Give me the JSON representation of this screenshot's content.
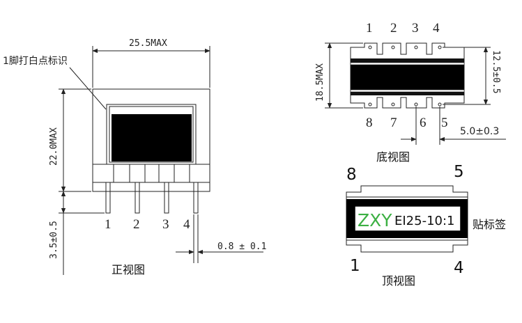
{
  "front": {
    "width_dim": "25.5MAX",
    "height_dim": "22.0MAX",
    "pin_length_dim": "3.5±0.5",
    "pin_width_dim": "0.8 ± 0.1",
    "pin1_note": "1脚打白点标识",
    "pins": [
      "1",
      "2",
      "3",
      "4"
    ],
    "caption": "正视图"
  },
  "bottom": {
    "top_pins": [
      "1",
      "2",
      "3",
      "4"
    ],
    "bottom_pins": [
      "8",
      "7",
      "6",
      "5"
    ],
    "height_dim": "18.5MAX",
    "row_spacing_dim": "12.5±0.5",
    "pitch_dim": "5.0±0.3",
    "caption": "底视图"
  },
  "top": {
    "corner_tl": "8",
    "corner_tr": "5",
    "corner_bl": "1",
    "corner_br": "4",
    "label_brand": "ZXY",
    "label_model": "EI25-10:1",
    "label_note": "贴标签",
    "brand_color": "#3cb043",
    "caption": "顶视图"
  }
}
